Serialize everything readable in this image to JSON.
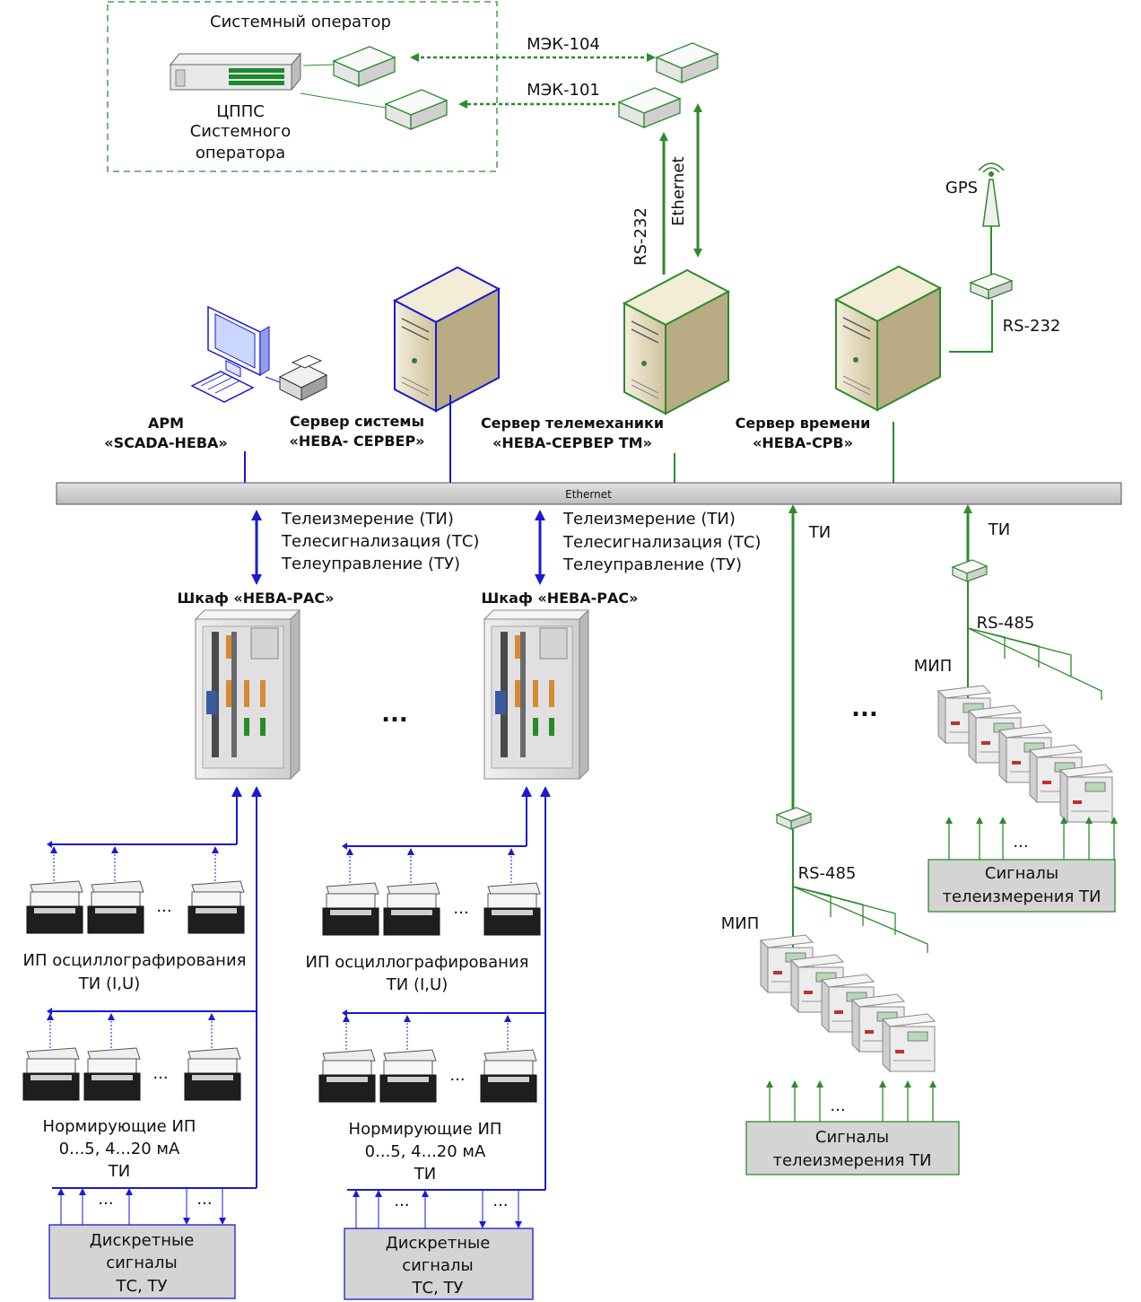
{
  "operator": {
    "title": "Системный оператор",
    "cpps": [
      "ЦППС",
      "Системного",
      "оператора"
    ],
    "link_104": "МЭК-104",
    "link_101": "МЭК-101"
  },
  "links": {
    "rs232_tm": "RS-232",
    "ethernet_tm": "Ethernet",
    "gps": "GPS",
    "rs232_time": "RS-232"
  },
  "servers": [
    {
      "line1": "АРМ",
      "line2": "«SCADA-НЕВА»"
    },
    {
      "line1": "Сервер системы",
      "line2": "«НЕВА- СЕРВЕР»"
    },
    {
      "line1": "Сервер телемеханики",
      "line2": "«НЕВА-СЕРВЕР ТМ»"
    },
    {
      "line1": "Сервер времени",
      "line2": "«НЕВА-СРВ»"
    }
  ],
  "bus": {
    "label": "Ethernet"
  },
  "telemetry": {
    "ti": "Телеизмерение (ТИ)",
    "ts": "Телесигнализация (ТС)",
    "tu": "Телеуправление (ТУ)"
  },
  "cabinets": {
    "left_title": "Шкаф «НЕВА-РАС»",
    "right_title": "Шкаф  «НЕВА-РАС»",
    "middle_ellipsis": "...",
    "osc_line1": "ИП осциллографирования",
    "osc_line2": "ТИ (I,U)",
    "norm_line1": "Нормирующие ИП",
    "norm_line2": "0...5, 4...20 мА",
    "norm_line3": "ТИ",
    "discrete_line1": "Дискретные",
    "discrete_line2": "сигналы",
    "discrete_line3": "ТС, ТУ",
    "ellipsis": "..."
  },
  "mip": {
    "ti": "ТИ",
    "rs485": "RS-485",
    "mip_label": "МИП",
    "signals_line1": "Сигналы",
    "signals_line2": "телеизмерения ТИ",
    "ellipsis": "...",
    "between_ellipsis": "..."
  },
  "colors": {
    "green": "#2e8b2e",
    "blue": "#1a1ad0",
    "gray_box": "#d4d4d4",
    "server_beige": "#e6dcc0"
  }
}
